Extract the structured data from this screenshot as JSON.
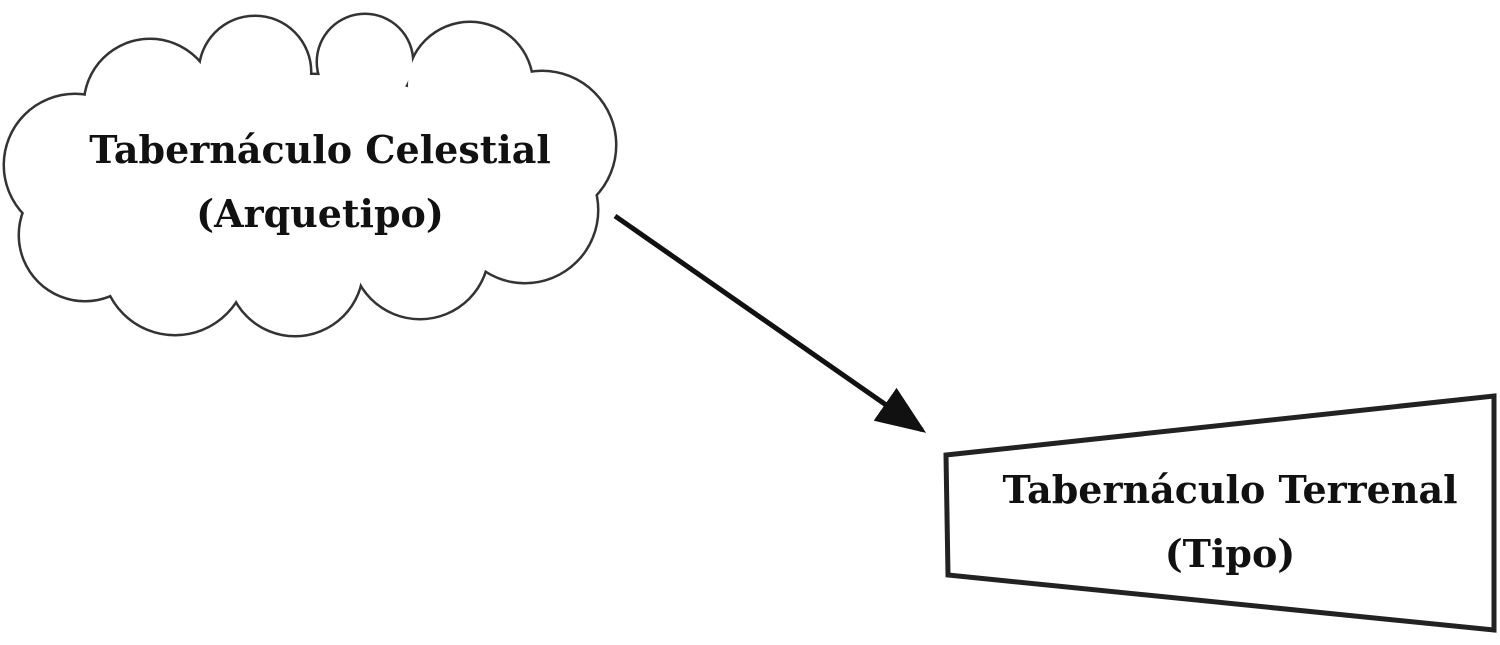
{
  "diagram": {
    "cloud": {
      "title": "Tabernáculo Celestial",
      "subtitle": "(Arquetipo)"
    },
    "box": {
      "title": "Tabernáculo Terrenal",
      "subtitle": "(Tipo)"
    },
    "stroke_color": "#222222"
  }
}
